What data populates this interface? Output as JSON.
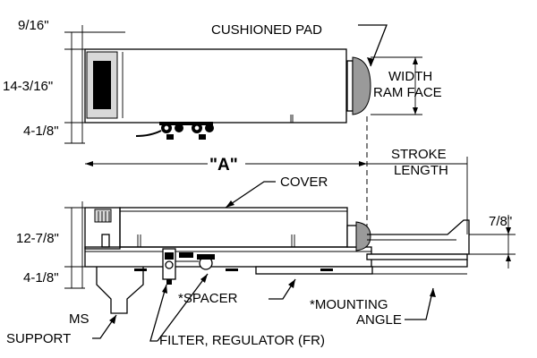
{
  "labels": {
    "cushioned_pad": "CUSHIONED PAD",
    "width": "WIDTH",
    "ram_face": "RAM FACE",
    "stroke": "STROKE",
    "length": "LENGTH",
    "a_dim": "\"A\"",
    "cover": "COVER",
    "spacer": "*SPACER",
    "mounting": "*MOUNTING",
    "angle": "ANGLE",
    "ms": "MS",
    "support": "SUPPORT",
    "filter_regulator": "FILTER, REGULATOR (FR)"
  },
  "dimensions": {
    "top_offset": "9/16\"",
    "top_height": "14-3/16\"",
    "top_base": "4-1/8\"",
    "side_height": "12-7/8\"",
    "side_base": "4-1/8\"",
    "side_right": "7/8\""
  }
}
